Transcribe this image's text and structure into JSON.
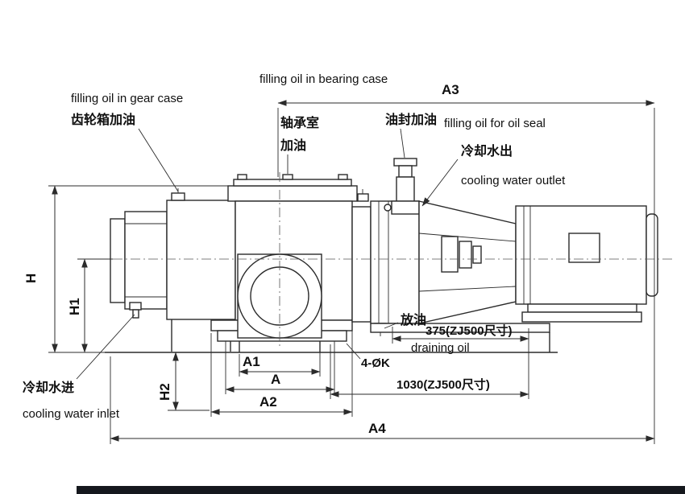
{
  "annotations": {
    "fill_gear_en": "filling oil in gear case",
    "fill_gear_zh": "齿轮箱加油",
    "fill_bearing_en": "filling oil in bearing case",
    "fill_bearing_zh1": "轴承室",
    "fill_bearing_zh2": "加油",
    "fill_seal_zh": "油封加油",
    "fill_seal_en": "filling oil for oil seal",
    "water_out_zh": "冷却水出",
    "water_out_en": "cooling water outlet",
    "drain_zh": "放油",
    "drain_size": "375(ZJ500尺寸)",
    "drain_en": "draining oil",
    "holes": "4-ØK",
    "base_size": "1030(ZJ500尺寸)",
    "water_in_zh": "冷却水进",
    "water_in_en": "cooling water inlet"
  },
  "dimensions": {
    "A": "A",
    "A1": "A1",
    "A2": "A2",
    "A3": "A3",
    "A4": "A4",
    "H": "H",
    "H1": "H1",
    "H2": "H2"
  }
}
